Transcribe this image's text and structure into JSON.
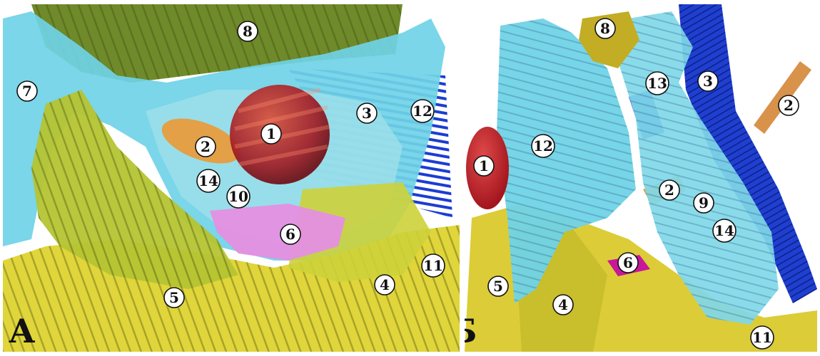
{
  "figure": {
    "panels": [
      {
        "id": "A",
        "label": "А",
        "markers": [
          "1",
          "2",
          "3",
          "4",
          "5",
          "6",
          "7",
          "8",
          "10",
          "11",
          "12",
          "14"
        ]
      },
      {
        "id": "B",
        "label": "Б",
        "markers": [
          "1",
          "2",
          "3",
          "4",
          "5",
          "6",
          "8",
          "9",
          "11",
          "12",
          "13",
          "14"
        ]
      }
    ],
    "colors": {
      "bone_cyan": "#6fd3e6",
      "muscle_yellow": "#e0d53a",
      "muscle_olive": "#b5c431",
      "vessel_blue": "#1a3fd6",
      "sphere_red": "#b3262b",
      "gland_orange": "#e3a046",
      "gland_pink": "#e58fe0",
      "frontal_green": "#6f8a2a"
    }
  }
}
